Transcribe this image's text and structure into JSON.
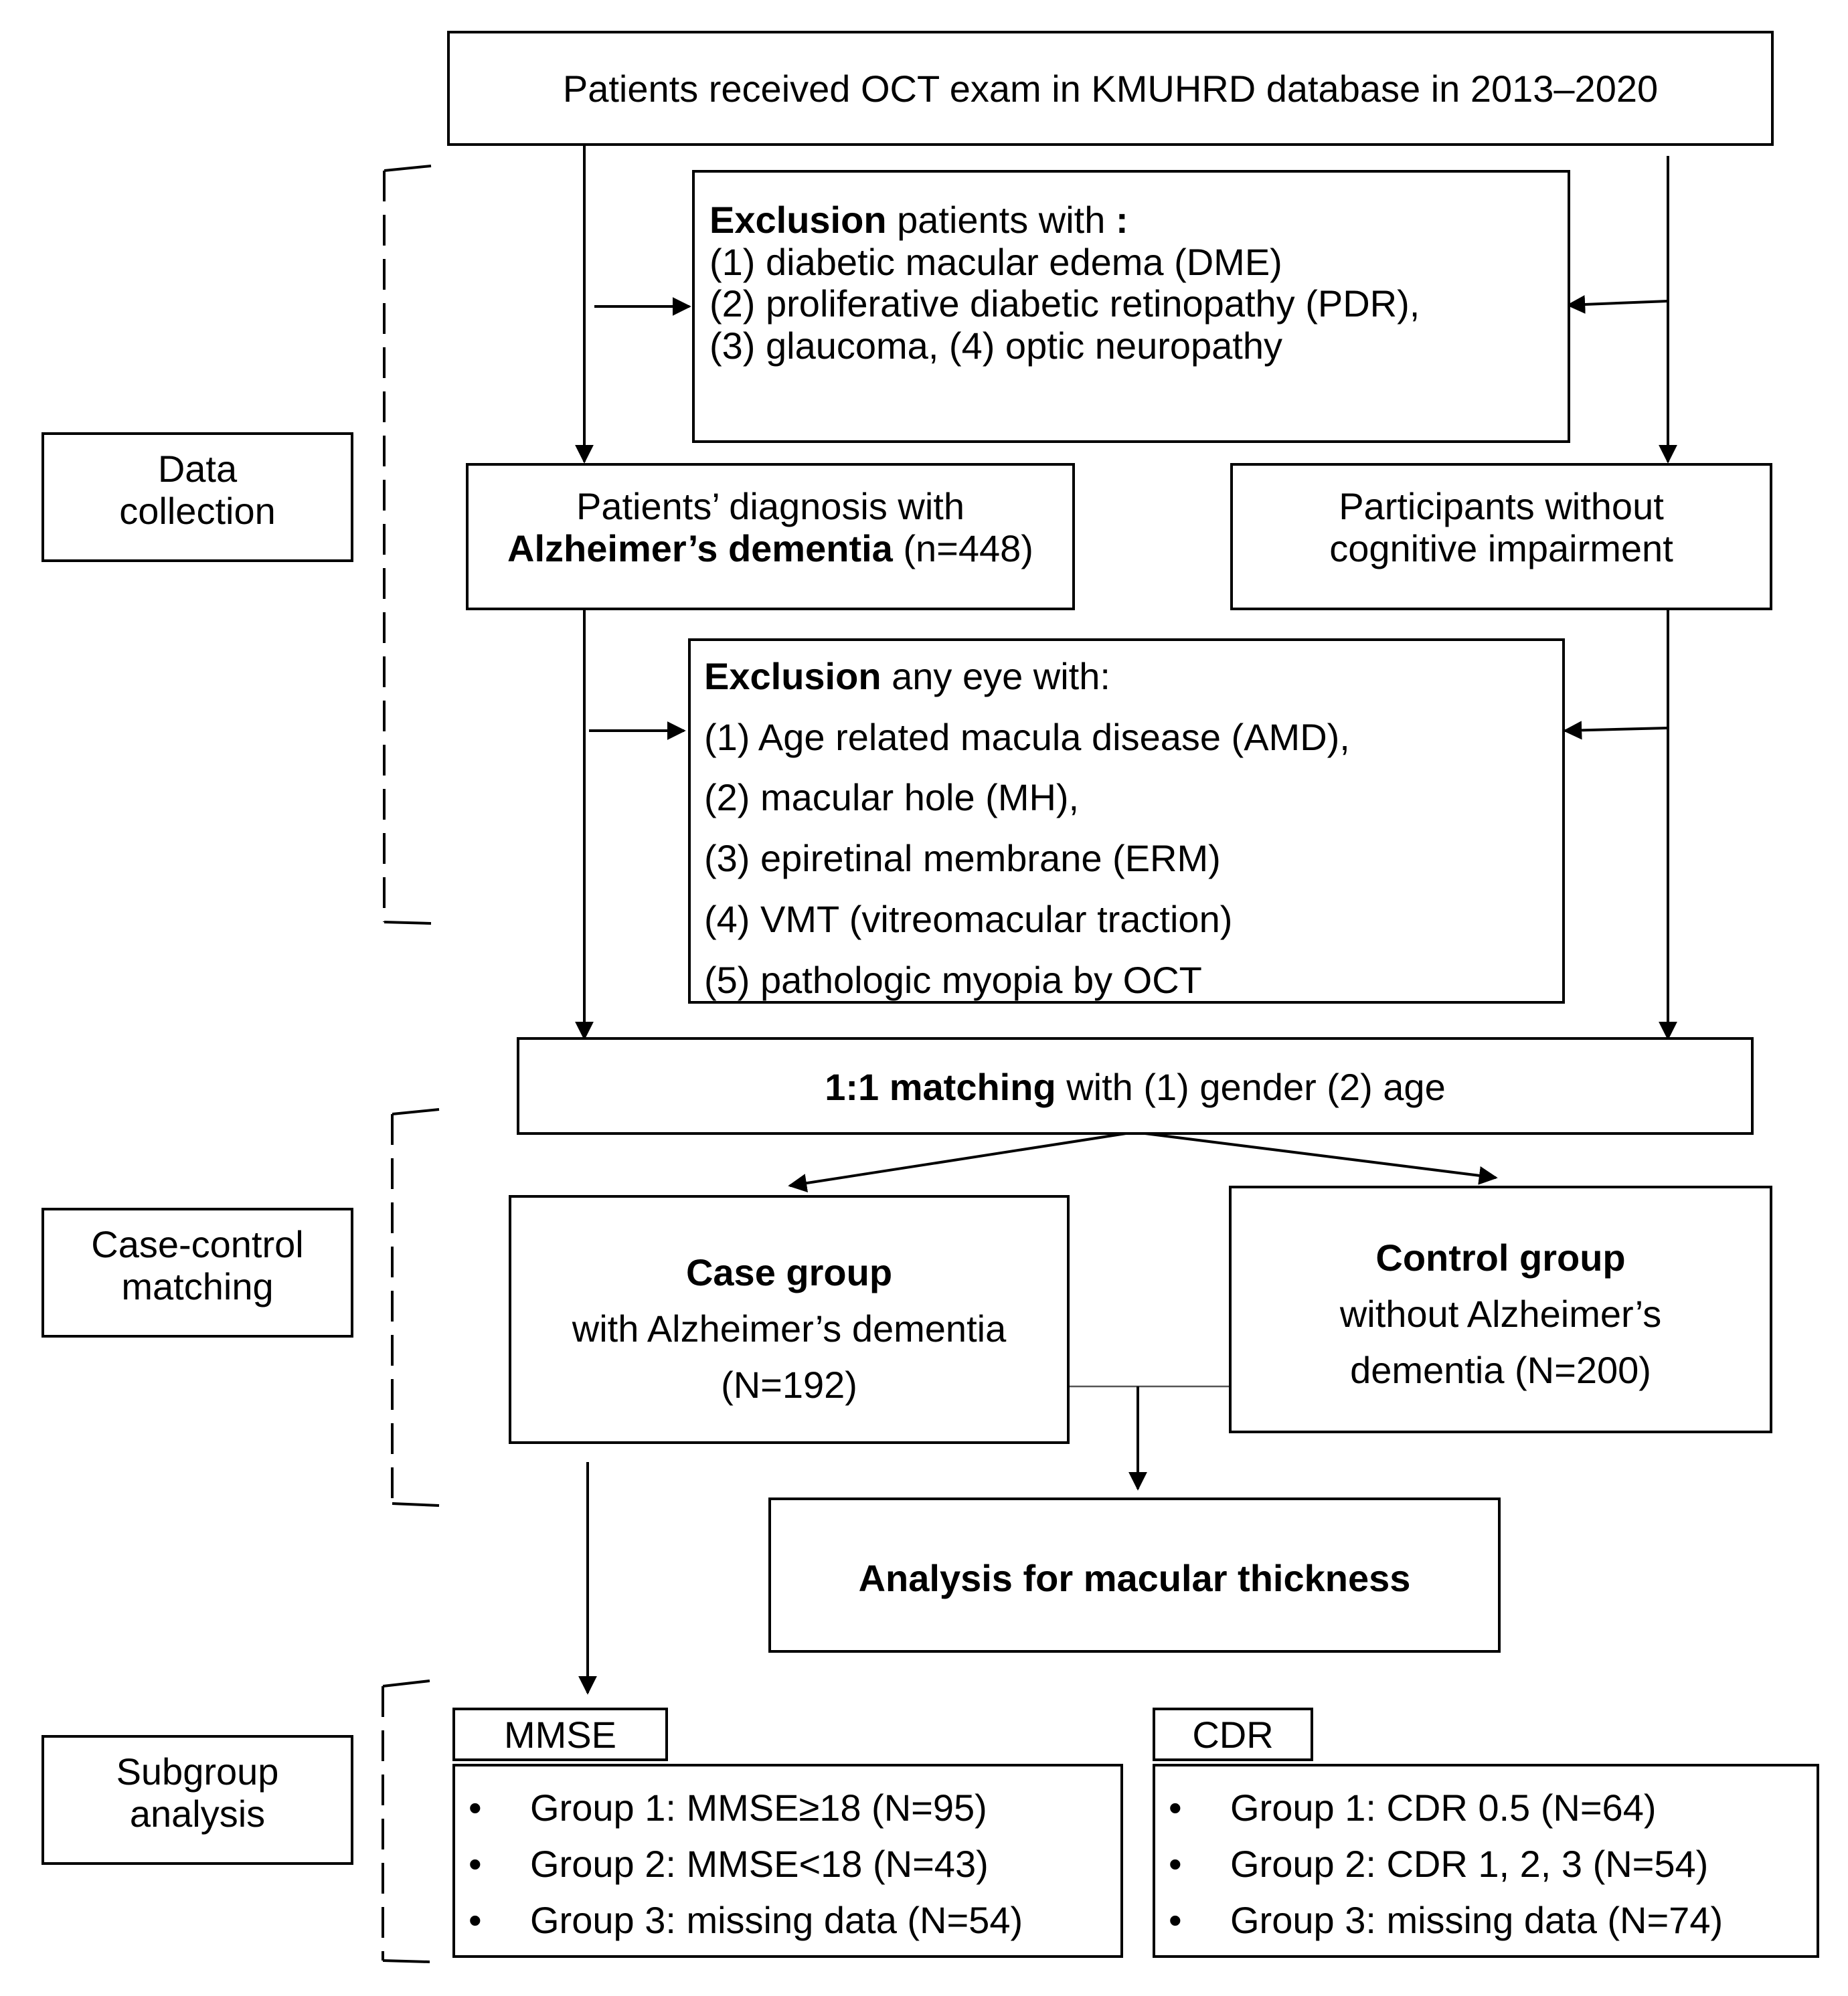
{
  "side_labels": {
    "data_collection": [
      "Data",
      "collection"
    ],
    "case_control": [
      "Case-control",
      "matching"
    ],
    "subgroup": [
      "Subgroup",
      "analysis"
    ]
  },
  "top": {
    "text": "Patients received OCT exam in KMUHRD database in 2013–2020"
  },
  "exclusion1": {
    "bold": "Exclusion",
    "rest": " patients with ",
    "colon": ":",
    "items": [
      "(1)  diabetic macular edema (DME)",
      "(2)  proliferative diabetic retinopathy (PDR),",
      "(3)  glaucoma,  (4) optic neuropathy"
    ]
  },
  "alz": {
    "line1": "Patients’ diagnosis with",
    "bold": "Alzheimer’s dementia",
    "rest": " (n=448)"
  },
  "controls": {
    "line1": "Participants without",
    "line2": "cognitive impairment"
  },
  "exclusion2": {
    "bold": "Exclusion",
    "rest": " any eye with:",
    "items": [
      "(1)  Age related macula disease (AMD),",
      "(2)  macular hole (MH),",
      "(3)  epiretinal membrane (ERM)",
      "(4)  VMT (vitreomacular traction)",
      "(5)  pathologic myopia by OCT"
    ]
  },
  "matching": {
    "bold": "1:1 matching",
    "rest": " with (1) gender (2) age"
  },
  "case_group": {
    "title": "Case group",
    "line2": "with Alzheimer’s dementia",
    "line3": "(N=192)"
  },
  "control_group": {
    "title": "Control group",
    "line2": "without Alzheimer’s",
    "line3": "dementia (N=200)"
  },
  "analysis": {
    "text": "Analysis for macular thickness"
  },
  "mmse": {
    "label": "MMSE",
    "items": [
      "Group 1: MMSE≥18 (N=95)",
      "Group 2: MMSE<18 (N=43)",
      "Group 3: missing data (N=54)"
    ]
  },
  "cdr": {
    "label": "CDR",
    "items": [
      "Group 1: CDR 0.5 (N=64)",
      "Group 2: CDR 1, 2, 3 (N=54)",
      "Group 3: missing data (N=74)"
    ]
  },
  "bullet": "•"
}
